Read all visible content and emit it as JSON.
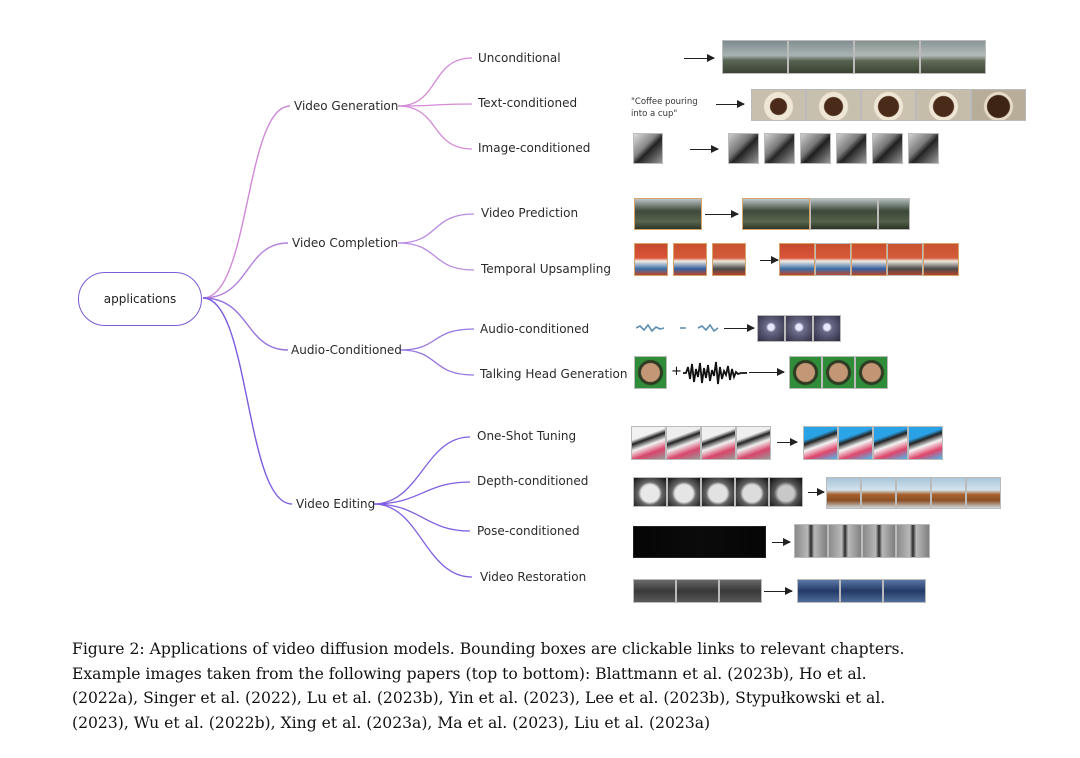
{
  "root": {
    "label": "applications"
  },
  "categories": [
    {
      "label": "Video Generation",
      "children": [
        "Unconditional",
        "Text-conditioned",
        "Image-conditioned"
      ]
    },
    {
      "label": "Video Completion",
      "children": [
        "Video Prediction",
        "Temporal Upsampling"
      ]
    },
    {
      "label": "Audio-Conditioned",
      "children": [
        "Audio-conditioned",
        "Talking Head Generation"
      ]
    },
    {
      "label": "Video Editing",
      "children": [
        "One-Shot Tuning",
        "Depth-conditioned",
        "Pose-conditioned",
        "Video Restoration"
      ]
    }
  ],
  "text_prompt": {
    "line1": "\"Coffee pouring",
    "line2": "into a cup\""
  },
  "plus_sign": "+",
  "caption": {
    "lines": [
      "Figure 2: Applications of video diffusion models. Bounding boxes are clickable links to relevant chapters.",
      "Example images taken from the following papers (top to bottom): Blattmann et al. (2023b), Ho et al.",
      "(2022a), Singer et al. (2022), Lu et al. (2023b), Yin et al. (2023), Lee et al. (2023b), Stypułkowski et al.",
      "(2023), Wu et al. (2022b), Xing et al. (2023a), Ma et al. (2023), Liu et al. (2023a)"
    ]
  },
  "colors": {
    "branch_top": "#c77ad9",
    "branch_bottom": "#7b5be0",
    "root_border": "#7c5bd6"
  }
}
